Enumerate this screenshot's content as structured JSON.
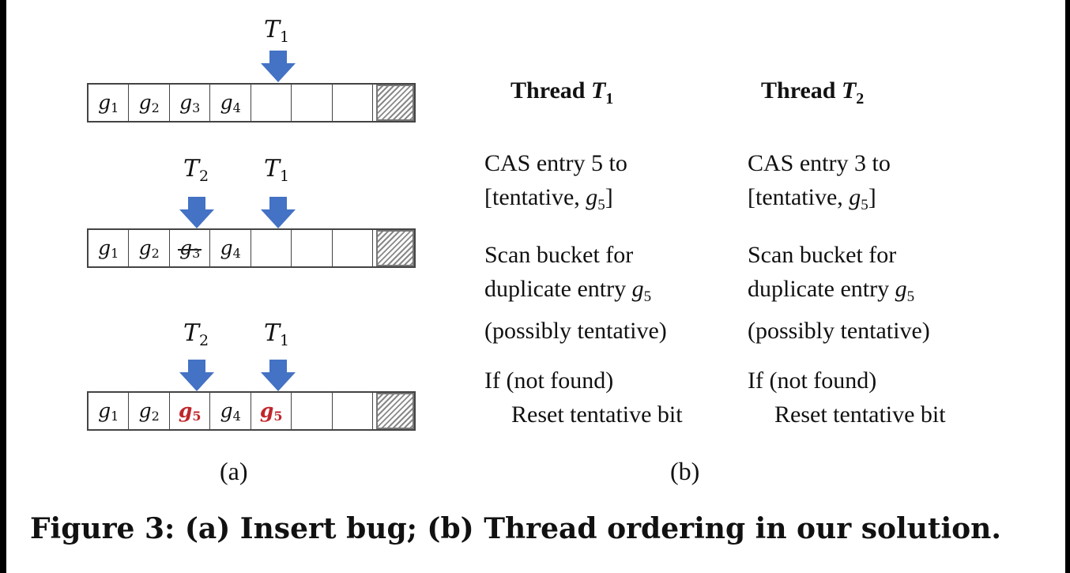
{
  "panel_a": {
    "rows": [
      {
        "cells": [
          {
            "base": "g",
            "sub": "1"
          },
          {
            "base": "g",
            "sub": "2"
          },
          {
            "base": "g",
            "sub": "3"
          },
          {
            "base": "g",
            "sub": "4"
          },
          {
            "base": "",
            "sub": ""
          },
          {
            "base": "",
            "sub": ""
          },
          {
            "base": "",
            "sub": ""
          }
        ],
        "arrows": [
          {
            "thread": "T",
            "sub": "1"
          }
        ]
      },
      {
        "cells": [
          {
            "base": "g",
            "sub": "1"
          },
          {
            "base": "g",
            "sub": "2"
          },
          {
            "base": "g",
            "sub": "3",
            "struck": true
          },
          {
            "base": "g",
            "sub": "4"
          },
          {
            "base": "",
            "sub": ""
          },
          {
            "base": "",
            "sub": ""
          },
          {
            "base": "",
            "sub": ""
          }
        ],
        "arrows": [
          {
            "thread": "T",
            "sub": "2"
          },
          {
            "thread": "T",
            "sub": "1"
          }
        ]
      },
      {
        "cells": [
          {
            "base": "g",
            "sub": "1"
          },
          {
            "base": "g",
            "sub": "2"
          },
          {
            "base": "g",
            "sub": "5",
            "highlight": true
          },
          {
            "base": "g",
            "sub": "4"
          },
          {
            "base": "g",
            "sub": "5",
            "highlight": true
          },
          {
            "base": "",
            "sub": ""
          },
          {
            "base": "",
            "sub": ""
          }
        ],
        "arrows": [
          {
            "thread": "T",
            "sub": "2"
          },
          {
            "thread": "T",
            "sub": "1"
          }
        ]
      }
    ],
    "label": "(a)"
  },
  "panel_b": {
    "thread1": {
      "header_prefix": "Thread ",
      "header_var": "T",
      "header_sub": "1",
      "cas_line1": "CAS entry 5 to",
      "cas_line2_pre": "[tentative, ",
      "cas_line2_var": "g",
      "cas_line2_sub": "5",
      "cas_line2_post": "]",
      "scan_line1": "Scan bucket for",
      "scan_line2_pre": "duplicate entry ",
      "scan_line2_var": "g",
      "scan_line2_sub": "5",
      "scan_line3": "(possibly tentative)",
      "if_line": "If (not found)",
      "reset_line": "Reset tentative bit"
    },
    "thread2": {
      "header_prefix": "Thread ",
      "header_var": "T",
      "header_sub": "2",
      "cas_line1": "CAS entry 3 to",
      "cas_line2_pre": "[tentative, ",
      "cas_line2_var": "g",
      "cas_line2_sub": "5",
      "cas_line2_post": "]",
      "scan_line1": "Scan bucket for",
      "scan_line2_pre": "duplicate entry ",
      "scan_line2_var": "g",
      "scan_line2_sub": "5",
      "scan_line3": "(possibly tentative)",
      "if_line": "If (not found)",
      "reset_line": "Reset tentative bit"
    },
    "label": "(b)"
  },
  "caption": "Figure 3: (a) Insert bug; (b) Thread ordering in our solution.",
  "colors": {
    "arrow": "#4472c4",
    "highlight": "#c0262b"
  }
}
